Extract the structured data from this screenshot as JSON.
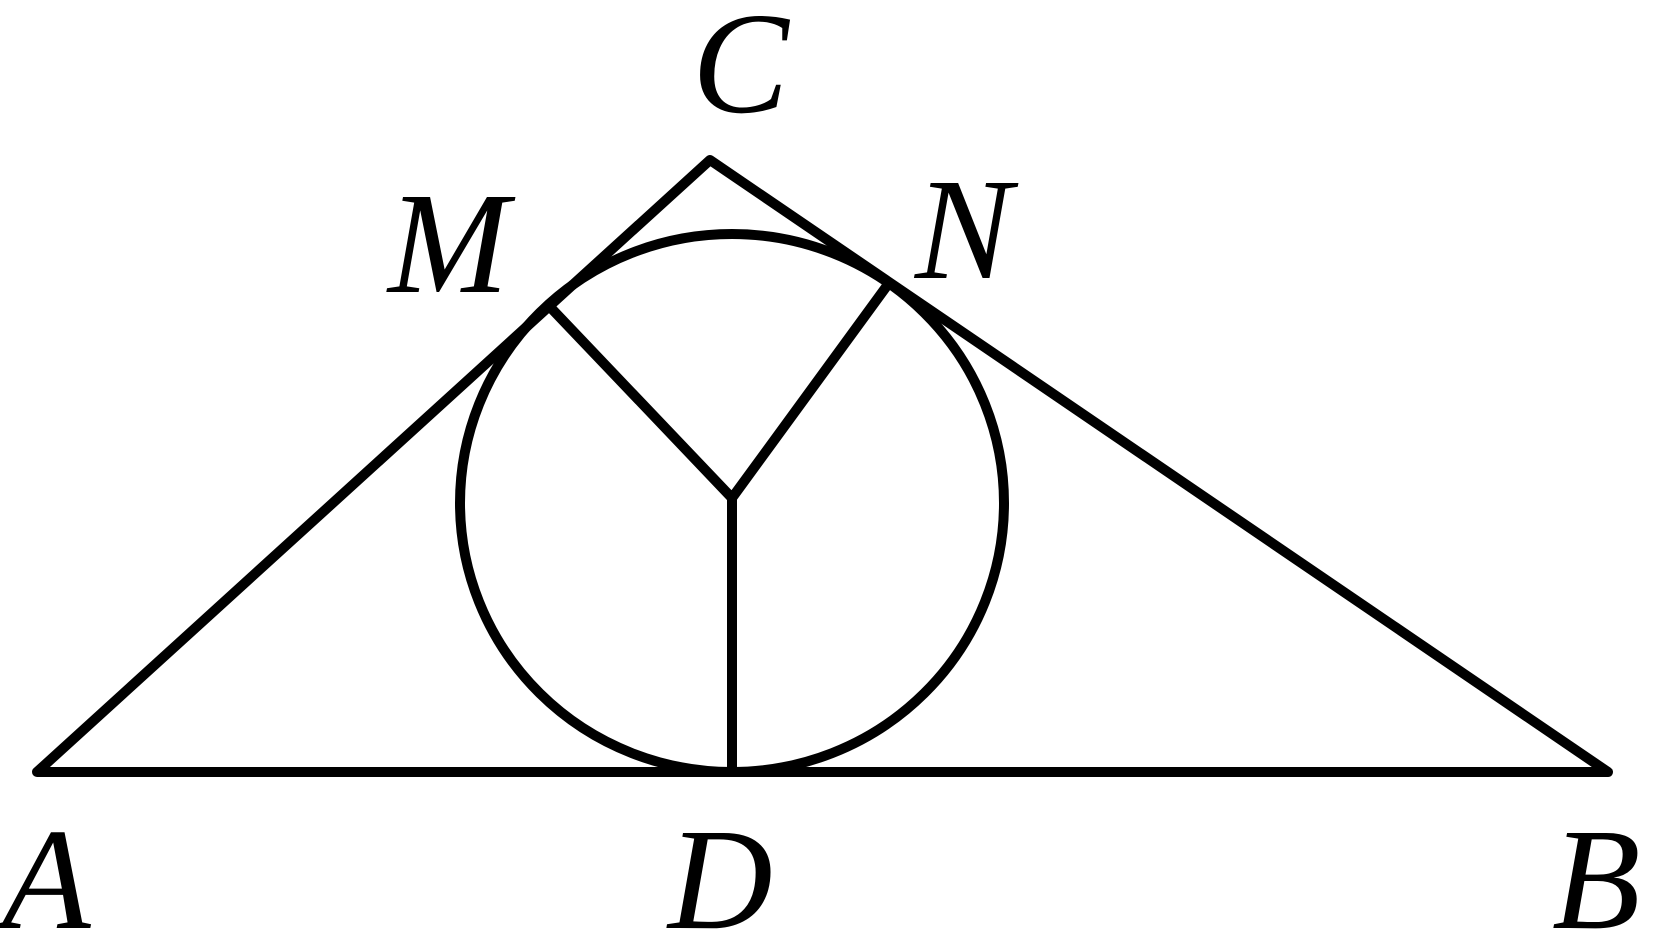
{
  "points": {
    "A": "A",
    "B": "B",
    "C": "C",
    "D": "D",
    "M": "M",
    "N": "N"
  },
  "colors": {
    "stroke": "#000000",
    "background": "#ffffff"
  }
}
